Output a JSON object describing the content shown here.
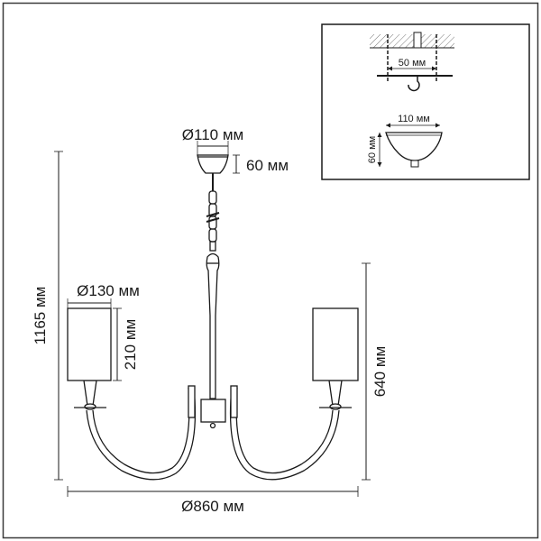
{
  "dimensions": {
    "canopy_diameter": "Ø110 мм",
    "canopy_height": "60 мм",
    "total_height": "1165 мм",
    "shade_diameter": "Ø130 мм",
    "shade_height": "210 мм",
    "body_height": "640 мм",
    "overall_diameter": "Ø860 мм"
  },
  "inset": {
    "mount_spacing": "50 мм",
    "canopy_width": "110 мм",
    "canopy_height": "60 мм"
  },
  "colors": {
    "line": "#1a1a1a",
    "frame": "#3a3a3a",
    "hatch": "#888888"
  }
}
